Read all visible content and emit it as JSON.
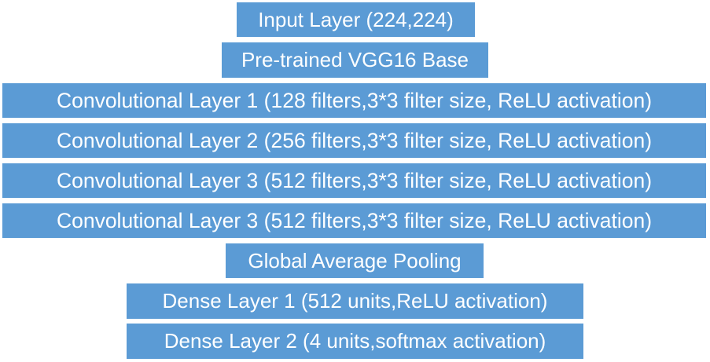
{
  "diagram": {
    "type": "neural-network-architecture",
    "box_color": "#5B9BD5",
    "text_color": "#FFFFFF",
    "layers": [
      {
        "label": "Input Layer (224,224)"
      },
      {
        "label": "Pre-trained VGG16 Base"
      },
      {
        "label": "Convolutional Layer 1 (128 filters,3*3 filter size, ReLU activation)"
      },
      {
        "label": "Convolutional Layer 2 (256 filters,3*3 filter size, ReLU activation)"
      },
      {
        "label": "Convolutional Layer 3 (512 filters,3*3 filter size, ReLU activation)"
      },
      {
        "label": "Convolutional Layer 3 (512 filters,3*3 filter size, ReLU activation)"
      },
      {
        "label": "Global Average Pooling"
      },
      {
        "label": "Dense Layer 1 (512 units,ReLU activation)"
      },
      {
        "label": "Dense Layer 2 (4 units,softmax activation)"
      }
    ]
  }
}
